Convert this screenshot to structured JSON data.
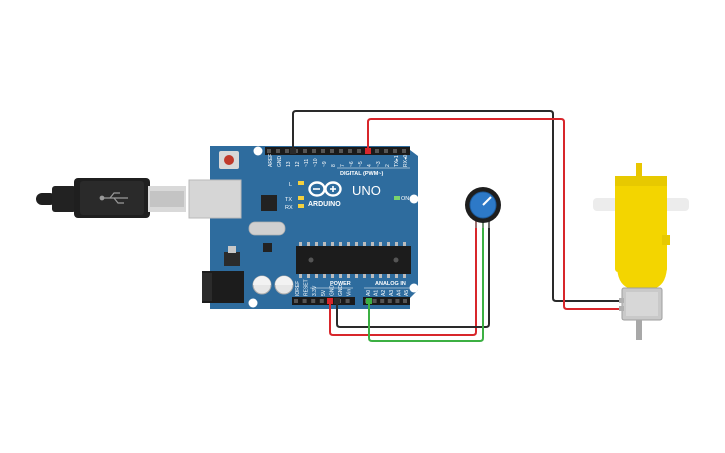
{
  "board": {
    "brand": "ARDUINO",
    "model": "UNO",
    "digital_header_label": "DIGITAL (PWM~)",
    "power_header_label": "POWER",
    "analog_header_label": "ANALOG IN",
    "on_led_label": "ON",
    "l_led_label": "L",
    "tx_led_label": "TX",
    "rx_led_label": "RX",
    "digital_pins": [
      "AREF",
      "GND",
      "13",
      "12",
      "~11",
      "~10",
      "~9",
      "8",
      "7",
      "~6",
      "~5",
      "4",
      "~3",
      "2",
      "TX▸1",
      "RX◂0"
    ],
    "power_pins": [
      "IOREF",
      "RESET",
      "3.3V",
      "5V",
      "GND",
      "GND",
      "Vin"
    ],
    "analog_pins": [
      "A0",
      "A1",
      "A2",
      "A3",
      "A4",
      "A5"
    ]
  },
  "colors": {
    "board_blue": "#2e6c9e",
    "wire_red": "#d8262b",
    "wire_black": "#2a2a2a",
    "wire_green": "#3cb043",
    "motor_yellow": "#f3d500",
    "usb_black": "#1f1f1f",
    "pot_blue": "#2d79c7"
  }
}
